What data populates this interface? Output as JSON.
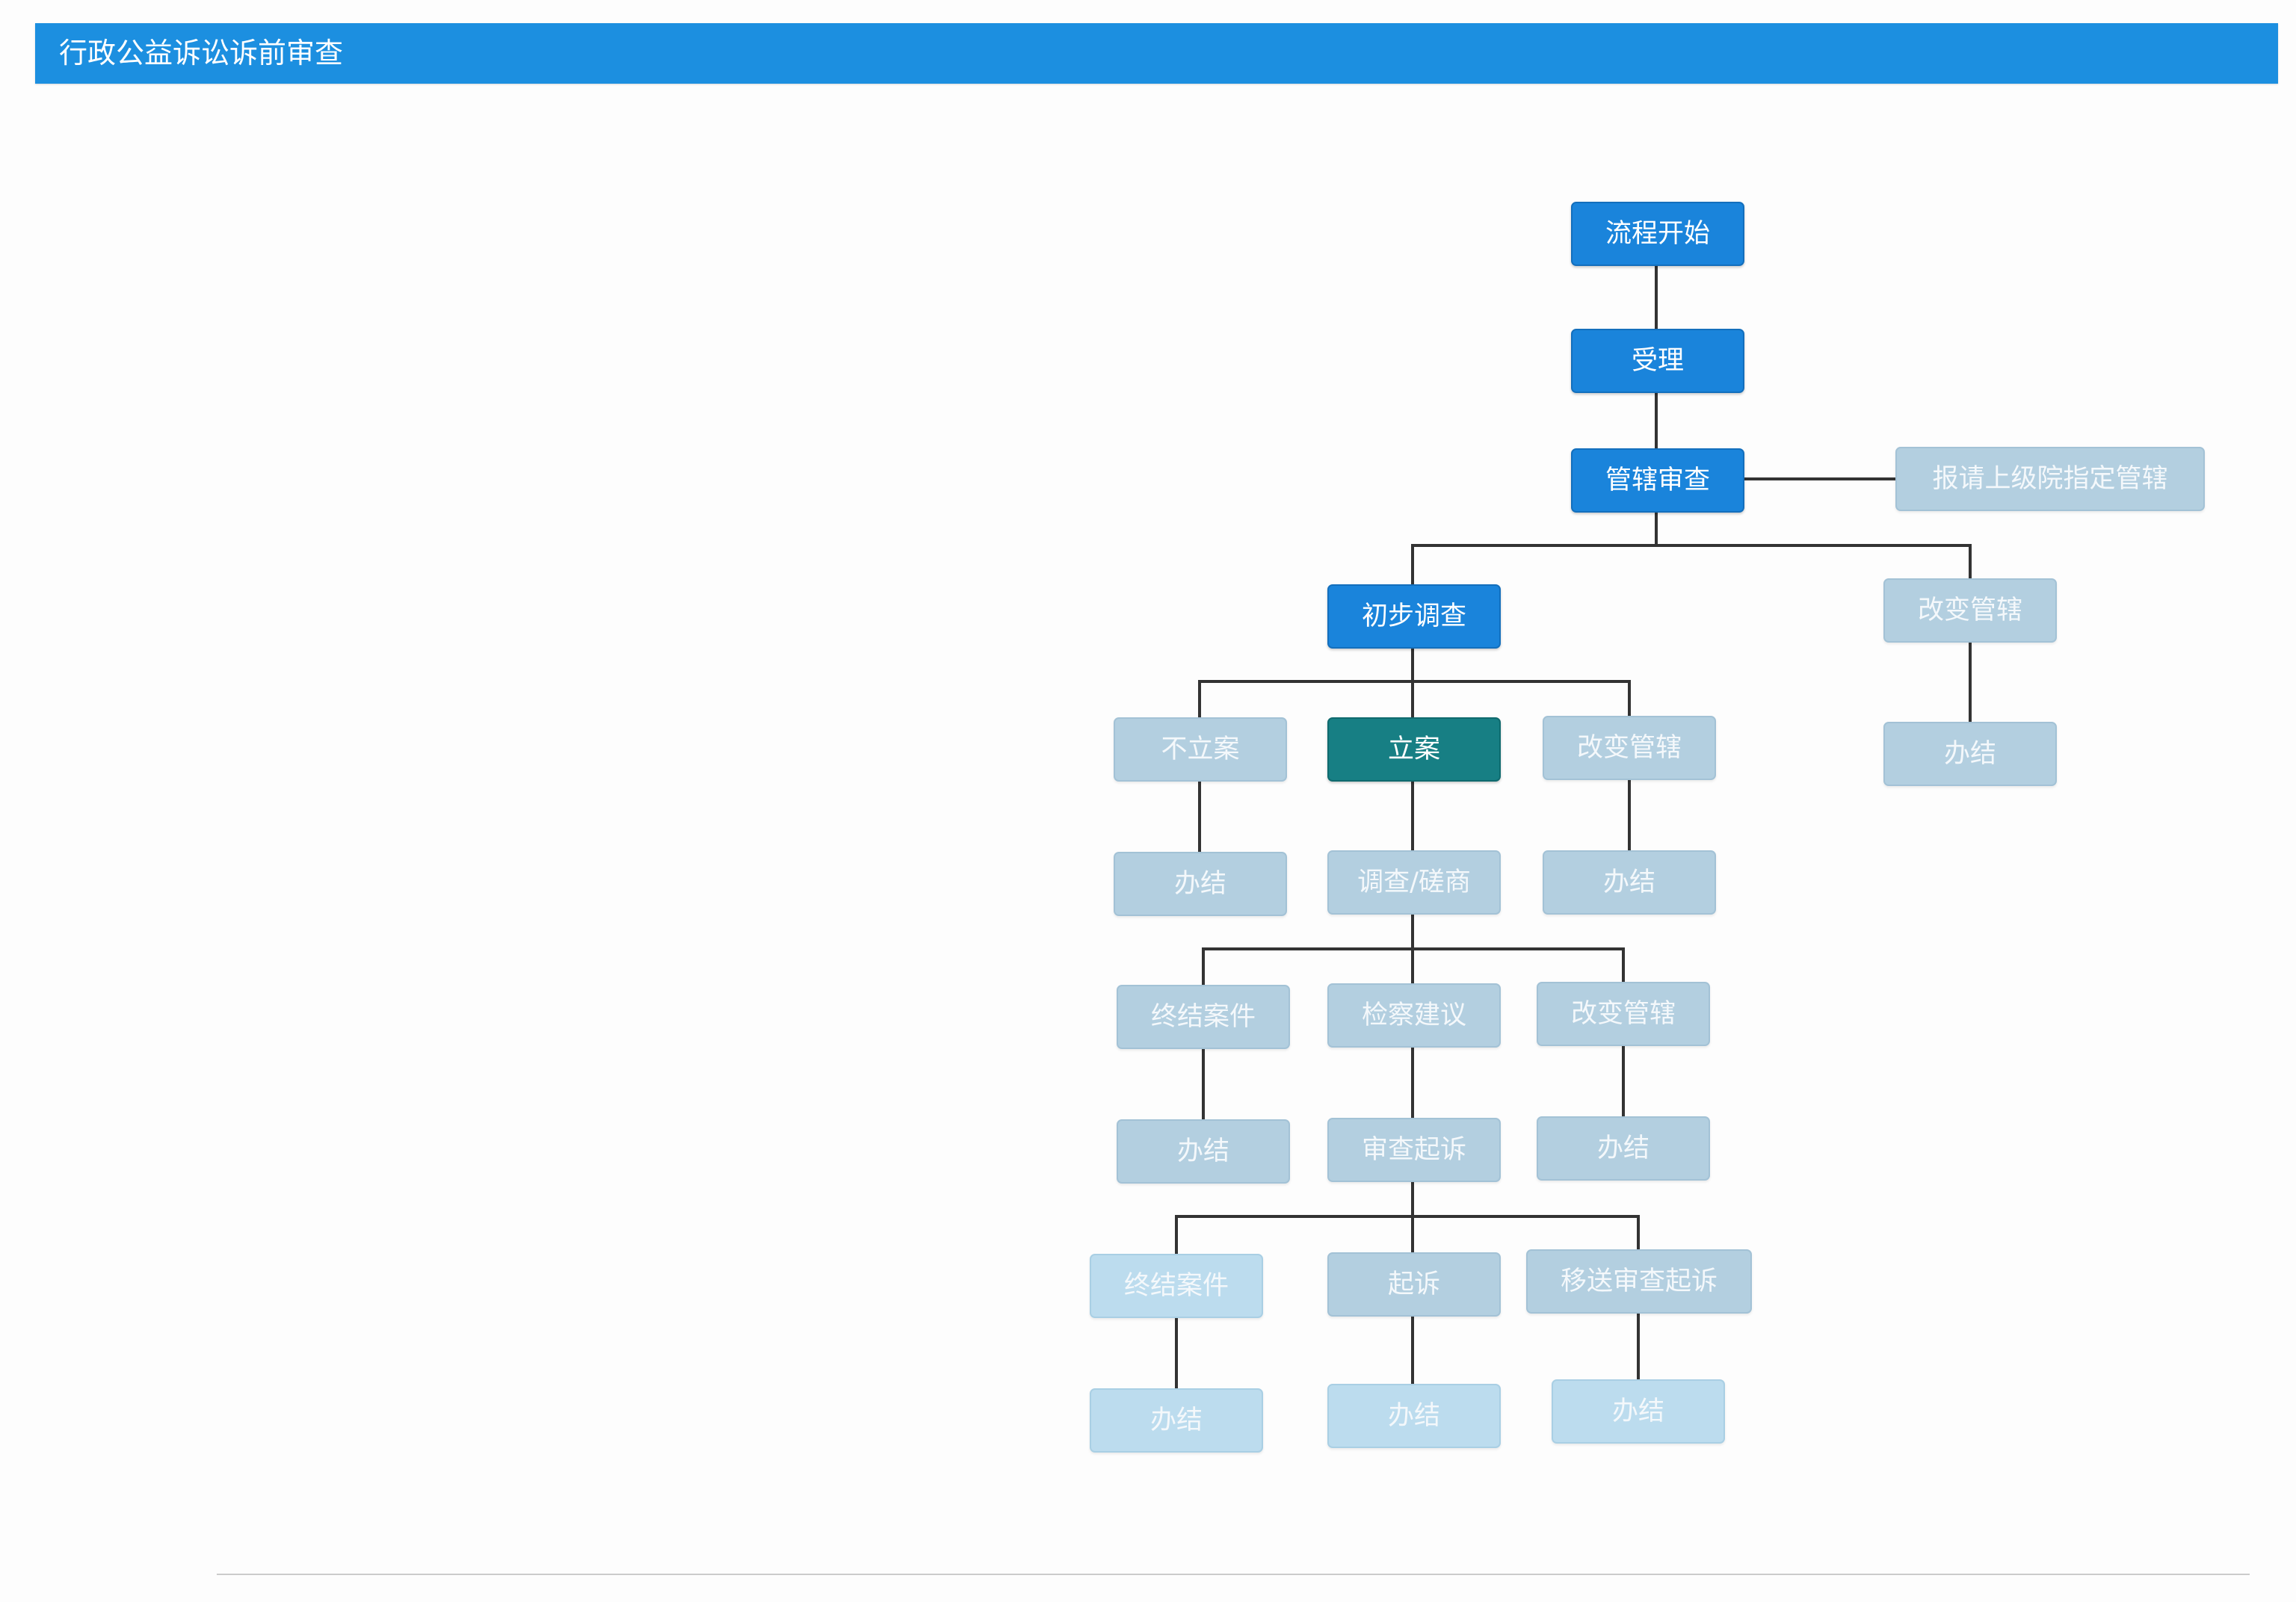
{
  "header": {
    "title": "行政公益诉讼诉前审查",
    "color": "#1c8fe0"
  },
  "status_colors": {
    "completed": "#1a84db",
    "current": "#177f84",
    "pending": "#b3cfe0"
  },
  "flow": {
    "start": "流程开始",
    "accept": "受理",
    "jurisdiction_review": "管辖审查",
    "report_upper_court": "报请上级院指定管辖",
    "preliminary_investigation": "初步调查",
    "change_jurisdiction_top": "改变管辖",
    "change_jurisdiction_top_done": "办结",
    "not_file": "不立案",
    "not_file_done": "办结",
    "file_case": "立案",
    "investigation_consultation": "调查/磋商",
    "change_jurisdiction_mid": "改变管辖",
    "change_jurisdiction_mid_done": "办结",
    "terminate_case_1": "终结案件",
    "terminate_case_1_done": "办结",
    "procuratorial_suggestion": "检察建议",
    "review_prosecution": "审查起诉",
    "change_jurisdiction_low": "改变管辖",
    "change_jurisdiction_low_done": "办结",
    "terminate_case_2": "终结案件",
    "terminate_case_2_done": "办结",
    "prosecute": "起诉",
    "prosecute_done": "办结",
    "transfer_review_prosecution": "移送审查起诉",
    "transfer_review_prosecution_done": "办结"
  }
}
